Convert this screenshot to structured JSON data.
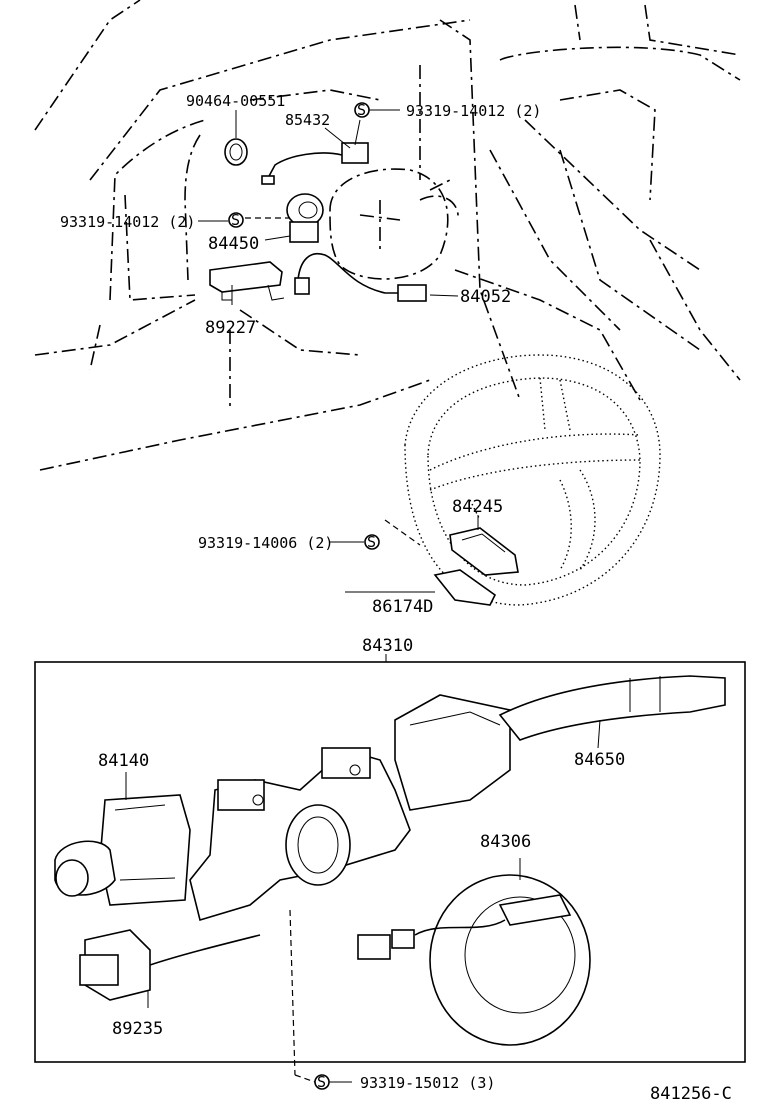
{
  "labels": {
    "p90464": "90464-00551",
    "p85432": "85432",
    "p93319_14012_top": "93319-14012 (2)",
    "p93319_14012_left": "93319-14012 (2)",
    "p84450": "84450",
    "p89227": "89227",
    "p84052": "84052",
    "p84245": "84245",
    "p93319_14006": "93319-14006 (2)",
    "p86174D": "86174D",
    "p84310": "84310",
    "p84140": "84140",
    "p84650": "84650",
    "p84306": "84306",
    "p89235": "89235",
    "p93319_15012": "93319-15012 (3)",
    "diagram_id": "841256-C"
  },
  "symbols": {
    "screw_marker": "S"
  }
}
